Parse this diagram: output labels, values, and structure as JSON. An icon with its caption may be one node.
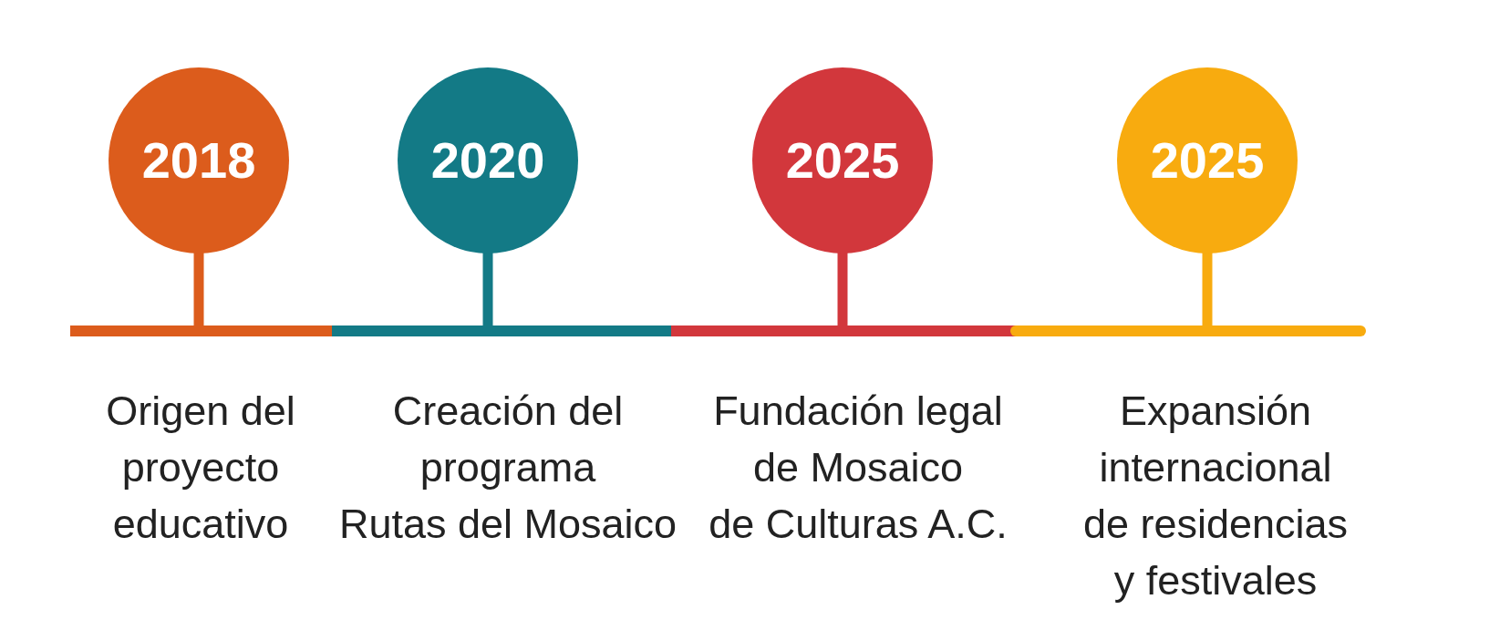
{
  "diagram": {
    "nodes": [
      {
        "text": [
          "2018"
        ],
        "beside": [
          "Origen del proyecto educativo"
        ]
      },
      {
        "text": [
          "2020"
        ],
        "beside": [
          "Creación del programa Rutas del Mosaico"
        ]
      },
      {
        "text": [
          "2025"
        ],
        "beside": [
          "Fundación legal de Mosaico de Culturas A.C."
        ]
      },
      {
        "text": [
          "2025"
        ],
        "beside": [
          "Expansión internacional de residencias y festivales"
        ]
      }
    ]
  }
}
